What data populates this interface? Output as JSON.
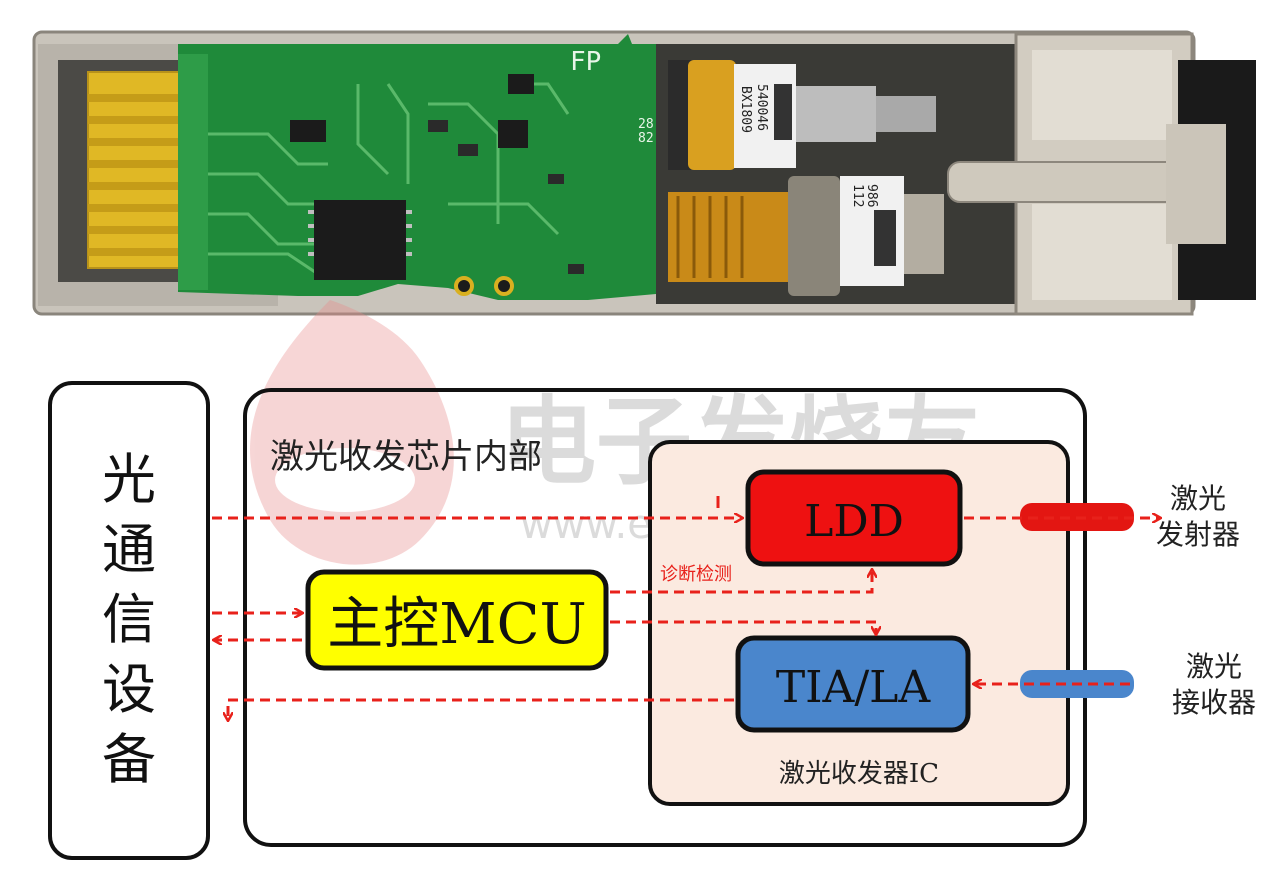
{
  "module_photo": {
    "pcb_marking": "FP",
    "tosa_label": [
      "BX1809",
      "540046",
      "28",
      "82"
    ],
    "rosa_label": [
      "112",
      "986"
    ]
  },
  "watermark": {
    "text": "电子发烧友",
    "url": "www.elecfans.com"
  },
  "diagram": {
    "device_label": "光通信设备",
    "chip_box_label": "激光收发芯片内部",
    "mcu_label": "主控MCU",
    "ldd_label": "LDD",
    "tia_label": "TIA/LA",
    "transceiver_ic_label": "激光收发器IC",
    "diag_label": "诊断检测",
    "emitter_label": [
      "激光",
      "发射器"
    ],
    "receiver_label": [
      "激光",
      "接收器"
    ]
  },
  "colors": {
    "ldd_fill": "#ee1111",
    "mcu_fill": "#ffff00",
    "tia_fill": "#4a86cc",
    "ic_bg": "#fbeae0",
    "arrow": "#e8211b",
    "pcb": "#1f8a3a",
    "gold": "#d9b020"
  }
}
